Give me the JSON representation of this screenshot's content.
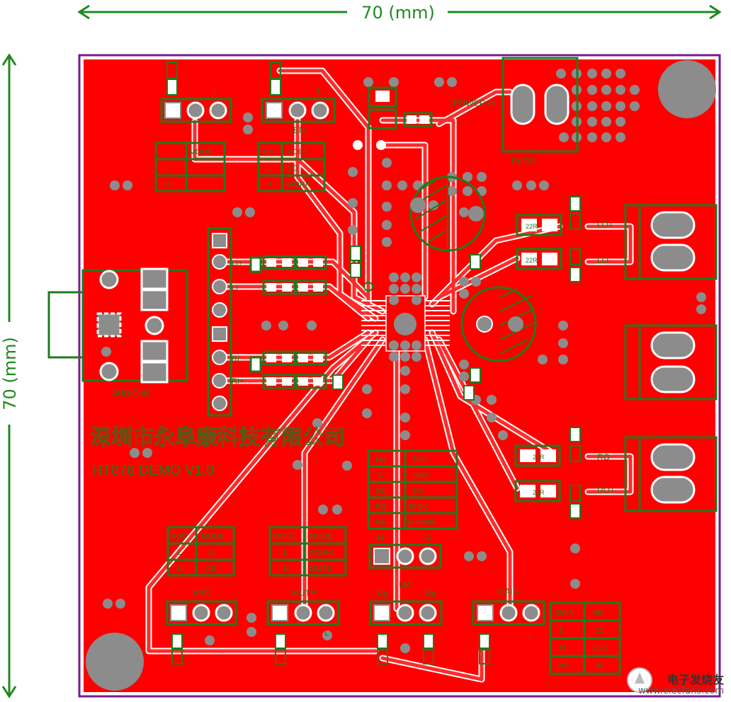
{
  "dimensions": {
    "width": "70 (mm)",
    "height": "70 (mm)"
  },
  "company": "深圳市永阜康科技有限公司",
  "board_name": "HT876 DEMO V1.0",
  "labels": {
    "power_in": "POWER IN",
    "pvdd": "PVDD",
    "audio_in": "AUDIO IN",
    "lo_plus": "LO+",
    "lo_minus": "LO-",
    "ro_minus": "RO-",
    "ro_plus": "RO+",
    "l_top1": "L",
    "l_top2": "L",
    "en": "EN",
    "abd": "ABD",
    "mute": "MUTE",
    "lm": "LM",
    "gain": "GAIN",
    "rp": "Rp",
    "rd": "Rd",
    "h": "H",
    "g": "G",
    "l_abd": "L",
    "l_mute": "L",
    "l_gain": "L",
    "li_plus": "LI+",
    "li_minus": "LI-",
    "ri_minus": "RI-",
    "ri_plus": "RI+",
    "r1": "22R",
    "r2": "22R",
    "r3": "22R",
    "r4": "22R"
  },
  "tables": {
    "mode_table": {
      "header": [
        "",
        "MODE"
      ],
      "rows": [
        [
          "L",
          ""
        ],
        [
          "H",
          ""
        ]
      ]
    },
    "en_table": {
      "header": [
        "EN",
        "MODE"
      ],
      "rows": [
        [
          "L",
          "SD"
        ],
        [
          "H",
          "WORK"
        ]
      ]
    },
    "abd_table": {
      "header": [
        "ABD",
        "MODE"
      ],
      "rows": [
        [
          "L",
          "D"
        ],
        [
          "H",
          "AB"
        ]
      ]
    },
    "mute_table": {
      "header": [
        "MUTE",
        "MODE"
      ],
      "rows": [
        [
          "L",
          "WORK"
        ],
        [
          "H",
          "MUTE"
        ]
      ]
    },
    "lm_table": {
      "header": [
        "LM",
        "THD"
      ],
      "rows": [
        [
          "G",
          "MAX"
        ],
        [
          "NC",
          "1%"
        ],
        [
          "Rd",
          "to big"
        ],
        [
          "Rp",
          "to small"
        ]
      ]
    },
    "gain_table": {
      "header": [
        "GAIN",
        "dB"
      ],
      "rows": [
        [
          "L",
          "21"
        ],
        [
          "H",
          "25.5"
        ],
        [
          "NC",
          "30"
        ]
      ]
    }
  },
  "watermark": {
    "name": "电子发烧友",
    "url": "www.elecfans.com"
  },
  "colors": {
    "board": "#ff0000",
    "outline": "#7a1a8a",
    "silk": "#1f7a1f",
    "pad": "#8c8c8c",
    "trace": "#ff5a5a"
  }
}
